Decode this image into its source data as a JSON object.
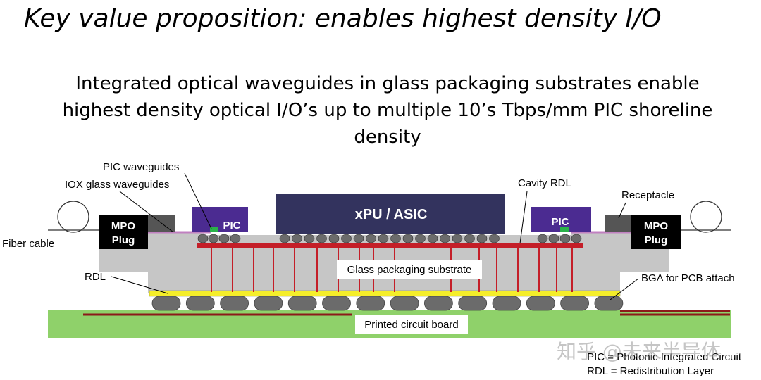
{
  "slide": {
    "title": "Key value proposition: enables highest density I/O",
    "subtitle_lines": [
      "Integrated optical waveguides in glass packaging substrates enable",
      "highest density optical I/O’s up to multiple 10’s Tbps/mm PIC shoreline",
      "density"
    ]
  },
  "diagram": {
    "labels": {
      "pic_waveguides": "PIC waveguides",
      "iox_glass_waveguides": "IOX glass waveguides",
      "fiber_cable": "Fiber cable",
      "rdl": "RDL",
      "cavity_rdl": "Cavity RDL",
      "receptacle": "Receptacle",
      "bga": "BGA for PCB attach",
      "substrate": "Glass packaging substrate",
      "pcb": "Printed circuit board"
    },
    "boxes": {
      "xpu": "xPU / ASIC",
      "pic_left": "PIC",
      "pic_right": "PIC",
      "mpo_left_line1": "MPO",
      "mpo_left_line2": "Plug",
      "mpo_right_line1": "MPO",
      "mpo_right_line2": "Plug"
    },
    "colors": {
      "asic": "#33335e",
      "pic": "#4b2b91",
      "substrate": "#c6c6c6",
      "pcb": "#8fd16a",
      "rdl": "#f5ee2a",
      "wiring": "#c41e28",
      "bump": "#6b6b6b",
      "receptacle": "#555555"
    }
  },
  "legend": {
    "line1": "PIC = Photonic Integrated Circuit",
    "line2": "RDL = Redistribution Layer"
  },
  "watermark": "知乎 @未来半导体"
}
